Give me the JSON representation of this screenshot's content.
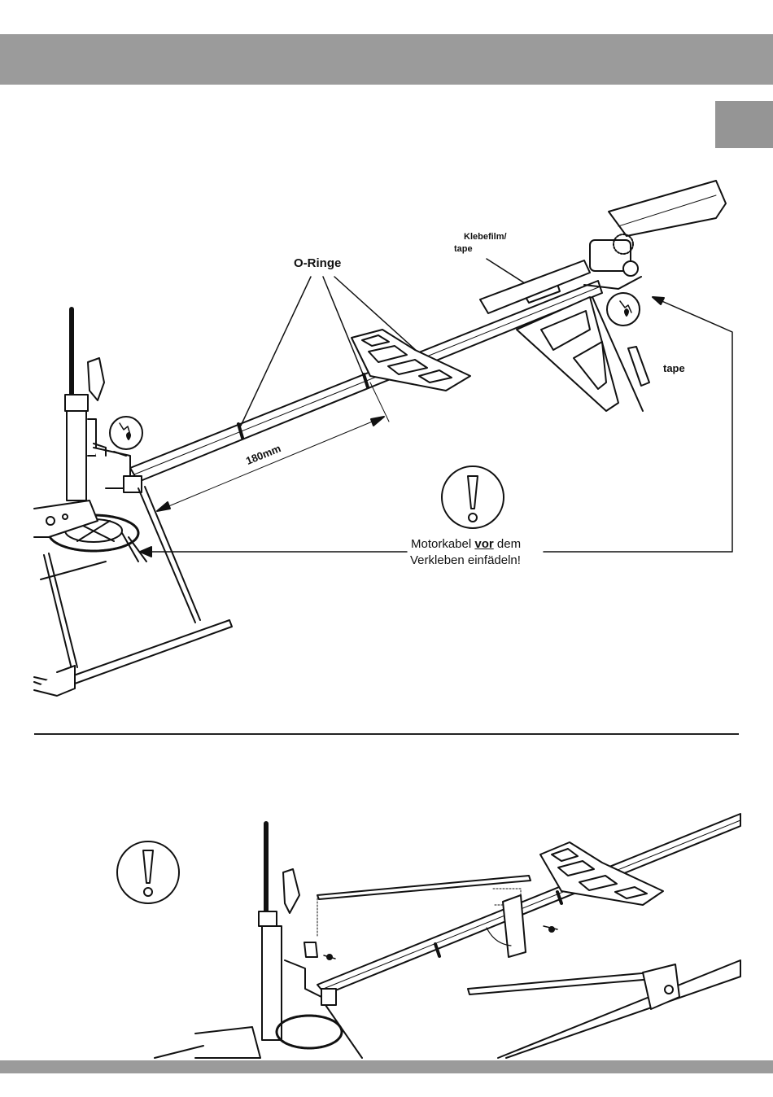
{
  "header": {
    "bar_color": "#9b9b9b"
  },
  "figure_top": {
    "o_rings_label": "O-Ringe",
    "tape_label_line1": "Klebefilm/",
    "tape_label_line2": "tape",
    "tape_label_right": "tape",
    "measurement": "180mm",
    "warning_part1": "Motorkabel ",
    "warning_emph": "vor",
    "warning_part2": " dem",
    "warning_line2": "Verkleben einfädeln!"
  },
  "icons": [
    "exclamation-warning-icon",
    "oil-drop-icon"
  ]
}
